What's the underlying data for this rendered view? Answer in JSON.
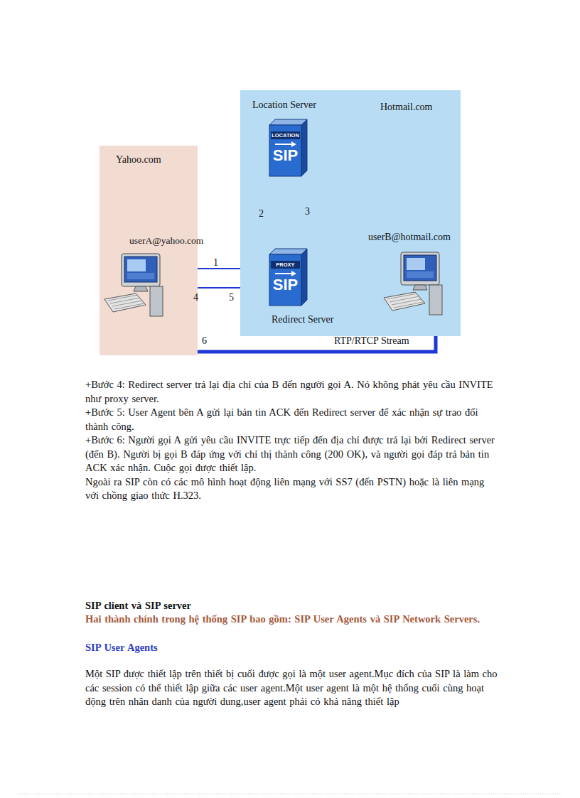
{
  "diagram": {
    "nodes": [
      {
        "text": [
          "Yahoo.com"
        ]
      },
      {
        "text": [
          "userA@yahoo.com"
        ],
        "in": 0
      },
      {
        "text": [
          "Hotmail.com"
        ]
      },
      {
        "text": [
          "Location Server",
          "LOCATION",
          "SIP"
        ],
        "in": 2
      },
      {
        "text": [
          "Redirect Server",
          "PROXY",
          "SIP"
        ],
        "in": 2
      },
      {
        "text": [
          "userB@hotmail.com"
        ],
        "in": 2
      }
    ],
    "edges": [
      {
        "from": 1,
        "to": 4,
        "label": "1",
        "arrow": "to"
      },
      {
        "from": 4,
        "to": 3,
        "label": "2",
        "arrow": "to"
      },
      {
        "from": 3,
        "to": 4,
        "label": "3",
        "arrow": "to"
      },
      {
        "from": 4,
        "to": 1,
        "label": "4",
        "arrow": "to"
      },
      {
        "from": 1,
        "to": 4,
        "label": "5",
        "arrow": "to"
      },
      {
        "from": 1,
        "to": 5,
        "label": "6",
        "arrow": "both"
      }
    ],
    "labels": [
      "RTP/RTCP Stream",
      "+Bước 4: Redirect server trả lại địa chỉ của B đến người gọi A. Nó không phát yêu cầu INVITE như proxy server.",
      "+Bước 5: User Agent bên A gửi lại bản tin ACK đến Redirect server để xác nhận sự trao đổi thành công.",
      "+Bước 6: Người gọi A gửi yêu cầu INVITE trực tiếp đến địa chỉ được trả lại bởi Redirect server (đến B). Người bị gọi B đáp ứng với chỉ thị thành công (200 OK), và người gọi đáp trả bản tin ACK xác nhận. Cuộc gọi được thiết lập.",
      "Ngoài ra SIP còn có các mô hình hoạt động liên mạng với SS7 (đến PSTN) hoặc là liên mạng với chồng giao thức H.323.",
      "SIP client và SIP server",
      "Hai thành chính trong hệ thống SIP bao gồm: SIP User Agents và SIP Network Servers.",
      "SIP User Agents",
      "Một SIP được thiết lập trên thiết bị cuối được gọi là một user agent.Mục đích của SIP là làm cho các session có thể thiết lập giữa các user agent.Một user agent là một hệ thống cuối cùng hoạt động trên nhân danh của người dung,user agent phải có khả năng thiết lập"
    ]
  }
}
